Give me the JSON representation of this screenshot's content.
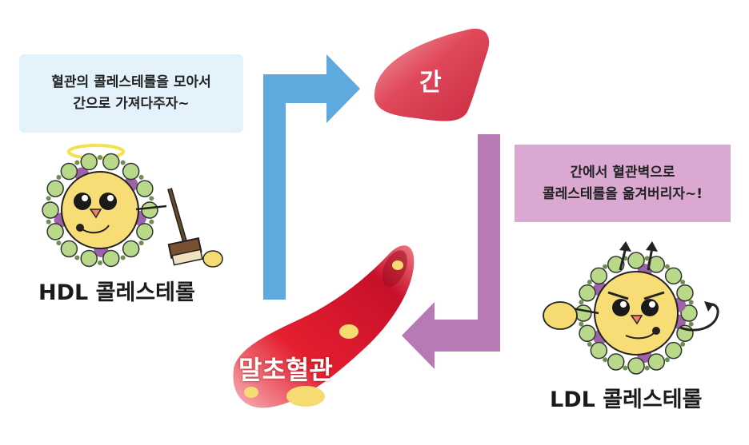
{
  "liver": {
    "label": "간"
  },
  "capillary": {
    "label": "말초혈관"
  },
  "hdl": {
    "speech": "혈관의 콜레스테롤을 모아서\n간으로 가져다주자~",
    "title": "HDL 콜레스테롤"
  },
  "ldl": {
    "speech": "간에서 혈관벽으로\n콜레스테롤을 옮겨버리자~!",
    "title": "LDL 콜레스테롤"
  },
  "colors": {
    "hdl_arrow": "#5ea9dd",
    "ldl_arrow": "#b77ab5",
    "liver": "#e0485b",
    "vessel": "#e11e2d",
    "hdl_bubble": "#e3f2fb",
    "ldl_bubble": "#dba8d2",
    "particle_body": "#f8dc76",
    "particle_shell": "#b8d98a",
    "particle_core": "#9d62a8"
  },
  "icons": [
    "halo-icon",
    "broom-icon",
    "devil-horns-icon",
    "devil-tail-icon"
  ]
}
